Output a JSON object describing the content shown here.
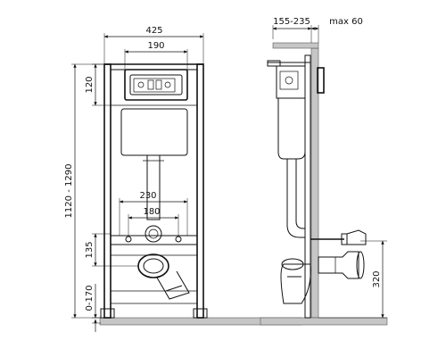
{
  "dimensions": {
    "frame_width": "425",
    "button_width": "190",
    "button_height": "120",
    "install_height": "1120 - 1290",
    "bolt_spacing_outer": "230",
    "bolt_spacing_inner": "180",
    "drain_height": "135",
    "floor_offset": "0-170",
    "wall_distance": "155-235",
    "wall_thickness_max": "max 60",
    "outlet_height": "320"
  }
}
